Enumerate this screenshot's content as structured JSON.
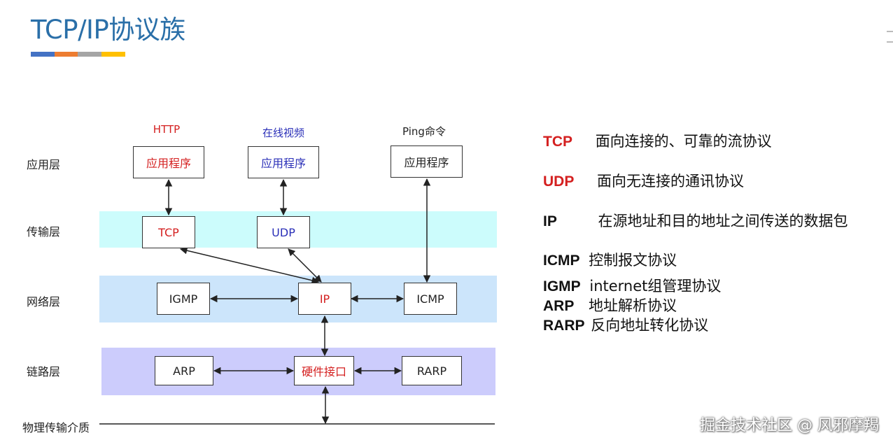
{
  "title": "TCP/IP协议族",
  "accent_colors": [
    "#4472c4",
    "#ed7d31",
    "#a5a5a5",
    "#ffc000"
  ],
  "layers": {
    "application": "应用层",
    "transport": "传输层",
    "network": "网络层",
    "link": "链路层",
    "physical": "物理传输介质"
  },
  "top_labels": {
    "http": "HTTP",
    "video": "在线视频",
    "ping": "Ping命令"
  },
  "boxes": {
    "app1": "应用程序",
    "app2": "应用程序",
    "app3": "应用程序",
    "tcp": "TCP",
    "udp": "UDP",
    "igmp": "IGMP",
    "ip": "IP",
    "icmp": "ICMP",
    "arp": "ARP",
    "hw": "硬件接口",
    "rarp": "RARP"
  },
  "protocols": [
    {
      "name": "TCP",
      "desc": "面向连接的、可靠的流协议"
    },
    {
      "name": "UDP",
      "desc": "面向无连接的通讯协议"
    },
    {
      "name": "IP",
      "desc": "在源地址和目的地址之间传送的数据包"
    },
    {
      "name": "ICMP",
      "desc": "控制报文协议"
    },
    {
      "name": "IGMP",
      "desc": "internet组管理协议"
    },
    {
      "name": "ARP",
      "desc": "地址解析协议"
    },
    {
      "name": "RARP",
      "desc": "反向地址转化协议"
    }
  ],
  "watermark": "掘金技术社区 @ 风邪摩羯"
}
